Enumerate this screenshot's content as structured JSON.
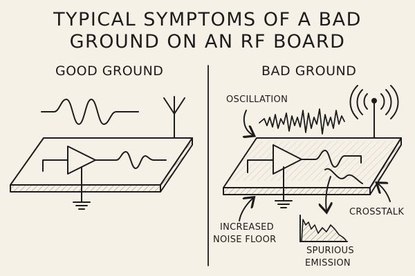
{
  "title": {
    "line1": "TYPICAL SYMPTOMS OF A BAD",
    "line2": "GROUND ON AN RF BOARD"
  },
  "panels": {
    "good": {
      "heading": "GOOD GROUND"
    },
    "bad": {
      "heading": "BAD GROUND"
    }
  },
  "labels": {
    "oscillation": "OSCILLATION",
    "crosstalk": "CROSSTALK",
    "noise_line1": "INCREASED",
    "noise_line2": "NOISE FLOOR",
    "spurious_line1": "SPURIOUS",
    "spurious_line2": "EMISSION"
  },
  "colors": {
    "background": "#f6f1e6",
    "ink": "#1c1c1c",
    "board_edge_hatch": "#c9c2b4"
  }
}
